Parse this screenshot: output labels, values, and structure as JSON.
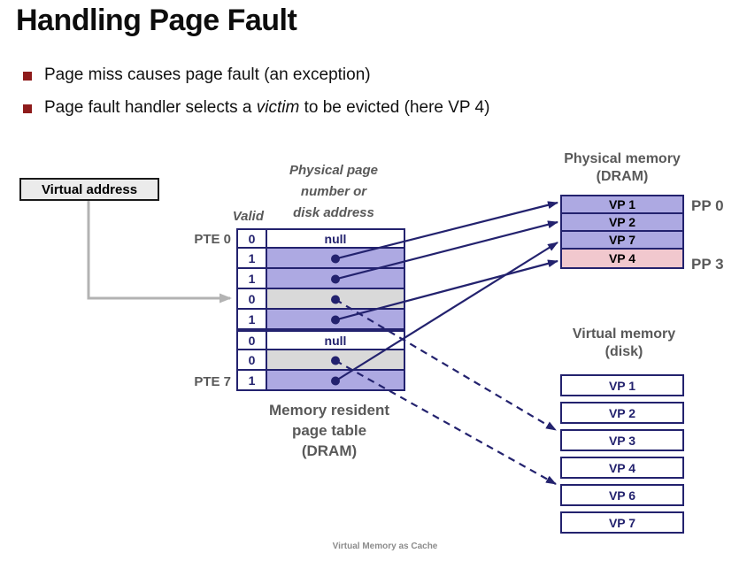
{
  "colors": {
    "navy": "#23226e",
    "purple": "#ada9e2",
    "gray": "#d9d9d9",
    "white": "#ffffff",
    "pink": "#f1c8ce",
    "label_gray": "#595959",
    "bullet_red": "#8e1b1b",
    "arrow_gray": "#b3b3b3"
  },
  "slide": {
    "title": "Handling Page Fault",
    "bullets": [
      {
        "before": "Page miss causes page fault (an exception)",
        "italic": "",
        "after": ""
      },
      {
        "before": "Page fault handler selects a ",
        "italic": "victim",
        "after": " to be evicted (here VP 4)"
      }
    ],
    "footer": "Virtual Memory as Cache"
  },
  "virtual_address": {
    "label": "Virtual address"
  },
  "page_table": {
    "header_lines": [
      "Physical page",
      "number or",
      "disk address"
    ],
    "valid_label": "Valid",
    "pte_top_label": "PTE 0",
    "pte_bottom_label": "PTE 7",
    "caption_lines": [
      "Memory resident",
      "page table",
      "(DRAM)"
    ],
    "rows": [
      {
        "valid": "0",
        "value": "null",
        "fill": "white"
      },
      {
        "valid": "1",
        "value": "",
        "fill": "purple"
      },
      {
        "valid": "1",
        "value": "",
        "fill": "purple"
      },
      {
        "valid": "0",
        "value": "",
        "fill": "gray"
      },
      {
        "valid": "1",
        "value": "",
        "fill": "purple"
      },
      {
        "valid": "0",
        "value": "null",
        "fill": "white"
      },
      {
        "valid": "0",
        "value": "",
        "fill": "gray"
      },
      {
        "valid": "1",
        "value": "",
        "fill": "purple"
      }
    ]
  },
  "physical_memory": {
    "header_lines": [
      "Physical memory",
      "(DRAM)"
    ],
    "rows": [
      {
        "label": "VP 1",
        "fill": "purple"
      },
      {
        "label": "VP 2",
        "fill": "purple"
      },
      {
        "label": "VP 7",
        "fill": "purple"
      },
      {
        "label": "VP 4",
        "fill": "pink"
      }
    ],
    "pp_top_label": "PP 0",
    "pp_bottom_label": "PP 3"
  },
  "disk": {
    "header_lines": [
      "Virtual memory",
      "(disk)"
    ],
    "boxes": [
      "VP 1",
      "VP 2",
      "VP 3",
      "VP 4",
      "VP 6",
      "VP 7"
    ]
  },
  "arrows": {
    "solid_mappings": [
      "PTE 1 → VP 1",
      "PTE 2 → VP 2",
      "PTE 4 → VP 4",
      "PTE 7 → VP 7"
    ],
    "dashed_mappings": [
      "PTE 3 → VP 3 (disk)",
      "PTE 6 → VP 6 (disk)"
    ],
    "gray_mapping": "Virtual address → PTE 3"
  }
}
